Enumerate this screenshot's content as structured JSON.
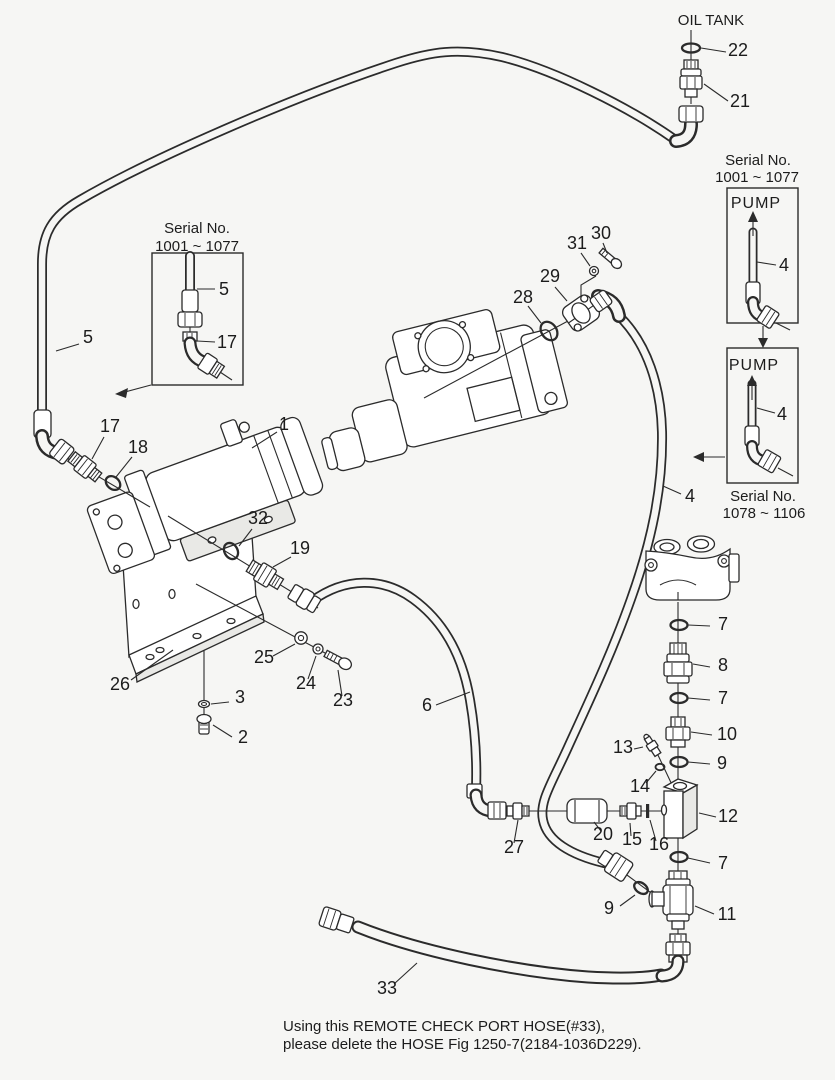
{
  "colors": {
    "background": "#f6f6f4",
    "line": "#2b2b2b",
    "text": "#1c1c1c"
  },
  "header": {
    "oil_tank_label": "OIL TANK"
  },
  "insets": {
    "left": {
      "serial_line1": "Serial No.",
      "serial_line2": "1001 ~ 1077",
      "callout_hose": "5",
      "callout_elbow": "17"
    },
    "pump_top": {
      "serial_line1": "Serial No.",
      "serial_line2": "1001 ~ 1077",
      "pump_label": "PUMP",
      "callout_hose": "4"
    },
    "pump_bottom": {
      "pump_label": "PUMP",
      "serial_line1": "Serial No.",
      "serial_line2": "1078 ~ 1106",
      "callout_hose": "4"
    }
  },
  "callouts": {
    "n1": "1",
    "n2": "2",
    "n3": "3",
    "n4_hose": "4",
    "n5_hose": "5",
    "n6": "6",
    "n7_top": "7",
    "n7_mid": "7",
    "n7_bottom": "7",
    "n8": "8",
    "n9_stack": "9",
    "n9_hose": "9",
    "n10": "10",
    "n11": "11",
    "n12": "12",
    "n13": "13",
    "n14": "14",
    "n15": "15",
    "n16": "16",
    "n17": "17",
    "n18": "18",
    "n19": "19",
    "n20": "20",
    "n21": "21",
    "n22": "22",
    "n23": "23",
    "n24": "24",
    "n25": "25",
    "n26": "26",
    "n27": "27",
    "n28": "28",
    "n29": "29",
    "n30": "30",
    "n31": "31",
    "n32": "32",
    "n33": "33"
  },
  "note": {
    "line1": "Using this REMOTE CHECK PORT HOSE(#33),",
    "line2": "please delete the HOSE Fig 1250-7(2184-1036D229)."
  }
}
